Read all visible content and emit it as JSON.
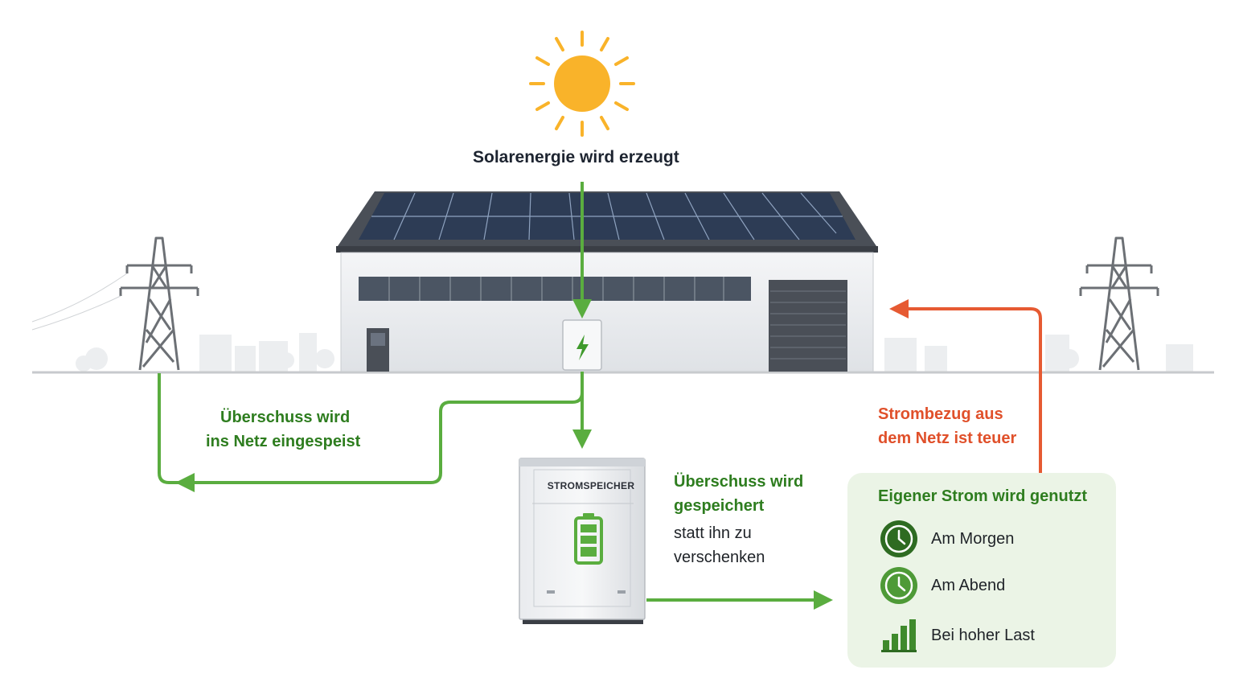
{
  "title": "Solarenergie wird erzeugt",
  "feed_in": {
    "line1": "Überschuss wird",
    "line2": "ins Netz eingespeist"
  },
  "grid_purchase": {
    "line1": "Strombezug aus",
    "line2": "dem Netz ist teuer"
  },
  "storage": {
    "label": "STROMSPEICHER",
    "caption_bold_1": "Überschuss wird",
    "caption_bold_2": "gespeichert",
    "caption_1": "statt ihn zu",
    "caption_2": "verschenken"
  },
  "own_use": {
    "title": "Eigener Strom wird genutzt",
    "items": [
      {
        "label": "Am Morgen",
        "icon": "clock-icon"
      },
      {
        "label": "Am Abend",
        "icon": "clock-icon"
      },
      {
        "label": "Bei hoher Last",
        "icon": "bar-chart-icon"
      }
    ]
  },
  "colors": {
    "green": "#5aad3f",
    "dark_green": "#2e7d1f",
    "red": "#e65a32",
    "sun": "#f9b32a",
    "panel": "#2d3c55"
  }
}
